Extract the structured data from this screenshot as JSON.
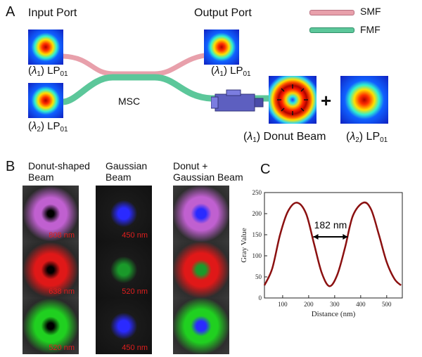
{
  "panels": {
    "a": {
      "letter": "A",
      "input_port": "Input Port",
      "output_port": "Output Port",
      "legend": [
        {
          "label": "SMF",
          "color": "#e8a0ab"
        },
        {
          "label": "FMF",
          "color": "#5cc79a"
        }
      ],
      "lambda1": "λ",
      "lambda1_sub": "1",
      "lambda2_sub": "2",
      "lp_text": "LP",
      "lp_sub": "01",
      "msc_label": "MSC",
      "donut_beam_label": "Donut Beam",
      "plus": "+"
    },
    "b": {
      "letter": "B",
      "col1": [
        "Donut-shaped",
        "Beam"
      ],
      "col2": [
        "Gaussian",
        "Beam"
      ],
      "col3": [
        "Donut +",
        "Gaussian  Beam"
      ],
      "tiles": [
        {
          "donut_caption": "808 nm",
          "donut_color": "#c060d0",
          "gauss_caption": "450 nm",
          "gauss_color": "#2a2aff"
        },
        {
          "donut_caption": "638 nm",
          "donut_color": "#e01818",
          "gauss_caption": "520 nm",
          "gauss_color": "#1a9a2a"
        },
        {
          "donut_caption": "520 nm",
          "donut_color": "#20d020",
          "gauss_caption": "450 nm",
          "gauss_color": "#2a2aff"
        }
      ]
    },
    "c": {
      "letter": "C",
      "annotation": "182 nm"
    }
  },
  "chart_data": {
    "type": "line",
    "xlabel": "Distance (nm)",
    "ylabel": "Gray Value",
    "xlim": [
      30,
      560
    ],
    "ylim": [
      0,
      250
    ],
    "xticks": [
      100,
      200,
      300,
      400,
      500
    ],
    "yticks": [
      0,
      50,
      100,
      150,
      200,
      250
    ],
    "line_color": "#8b1010",
    "grid": false,
    "x": [
      30,
      60,
      90,
      120,
      155,
      190,
      220,
      250,
      280,
      310,
      340,
      370,
      410,
      440,
      470,
      500,
      530,
      555
    ],
    "y": [
      30,
      70,
      150,
      205,
      226,
      200,
      130,
      60,
      28,
      55,
      120,
      195,
      226,
      210,
      150,
      85,
      45,
      30
    ],
    "annotation_span": [
      218,
      350
    ],
    "annotation_y": 145
  }
}
